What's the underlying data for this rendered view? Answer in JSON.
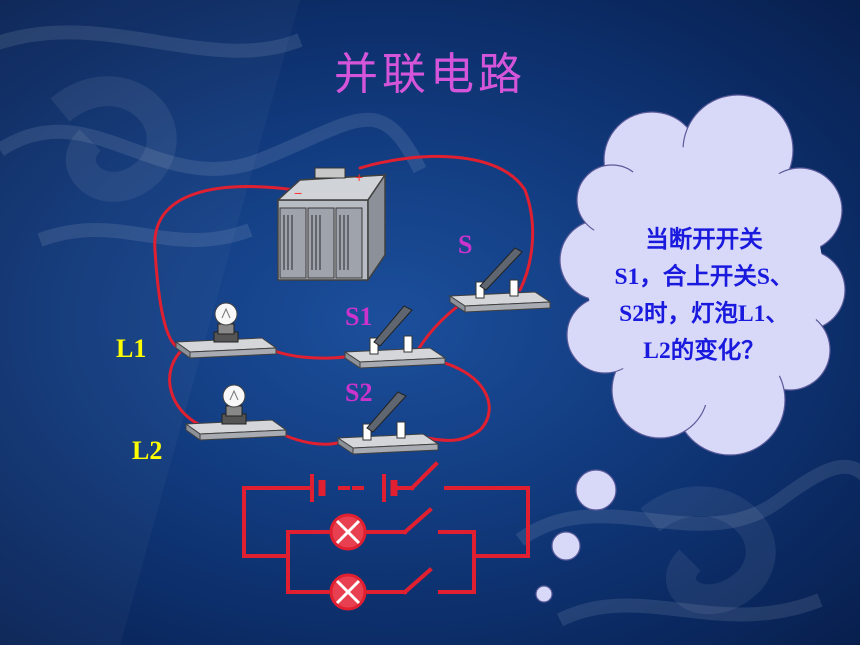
{
  "slide": {
    "title": "并联电路",
    "labels": {
      "s": "S",
      "s1": "S1",
      "s2": "S2",
      "l1": "L1",
      "l2": "L2"
    },
    "thought_bubble": {
      "lines": [
        "当断开开关",
        "S1，合上开关S、",
        "S2时，灯泡L1、",
        "L2的变化？"
      ]
    }
  },
  "colors": {
    "background": "#123c80",
    "title": "#d455d9",
    "wire": "#e02030",
    "bulb_label": "#ffff00",
    "switch_label": "#cc33cc",
    "bubble_fill": "#d8d8f8",
    "bubble_text": "#1a1adf"
  }
}
